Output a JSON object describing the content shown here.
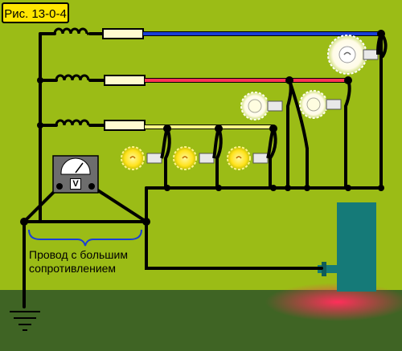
{
  "figure_label": "Рис. 13-0-4",
  "caption": "Провод с большим\nсопротивлением",
  "voltmeter_letter": "V",
  "colors": {
    "background": "#9bbc16",
    "ground": "#3f6424",
    "wire_phase_1": "#1a3fd6",
    "wire_phase_2": "#ff3355",
    "wire_phase_3": "#ffff88",
    "wire_neutral": "#000000",
    "bracket": "#1a3fd6",
    "ground_electrode": "#157a78",
    "hot_spot": "#ff3355",
    "label_background": "#ffe600"
  },
  "icons": [
    "coil-icon",
    "fuse-icon",
    "lamp-icon",
    "voltmeter-icon",
    "ground-icon",
    "ground-electrode-icon"
  ]
}
